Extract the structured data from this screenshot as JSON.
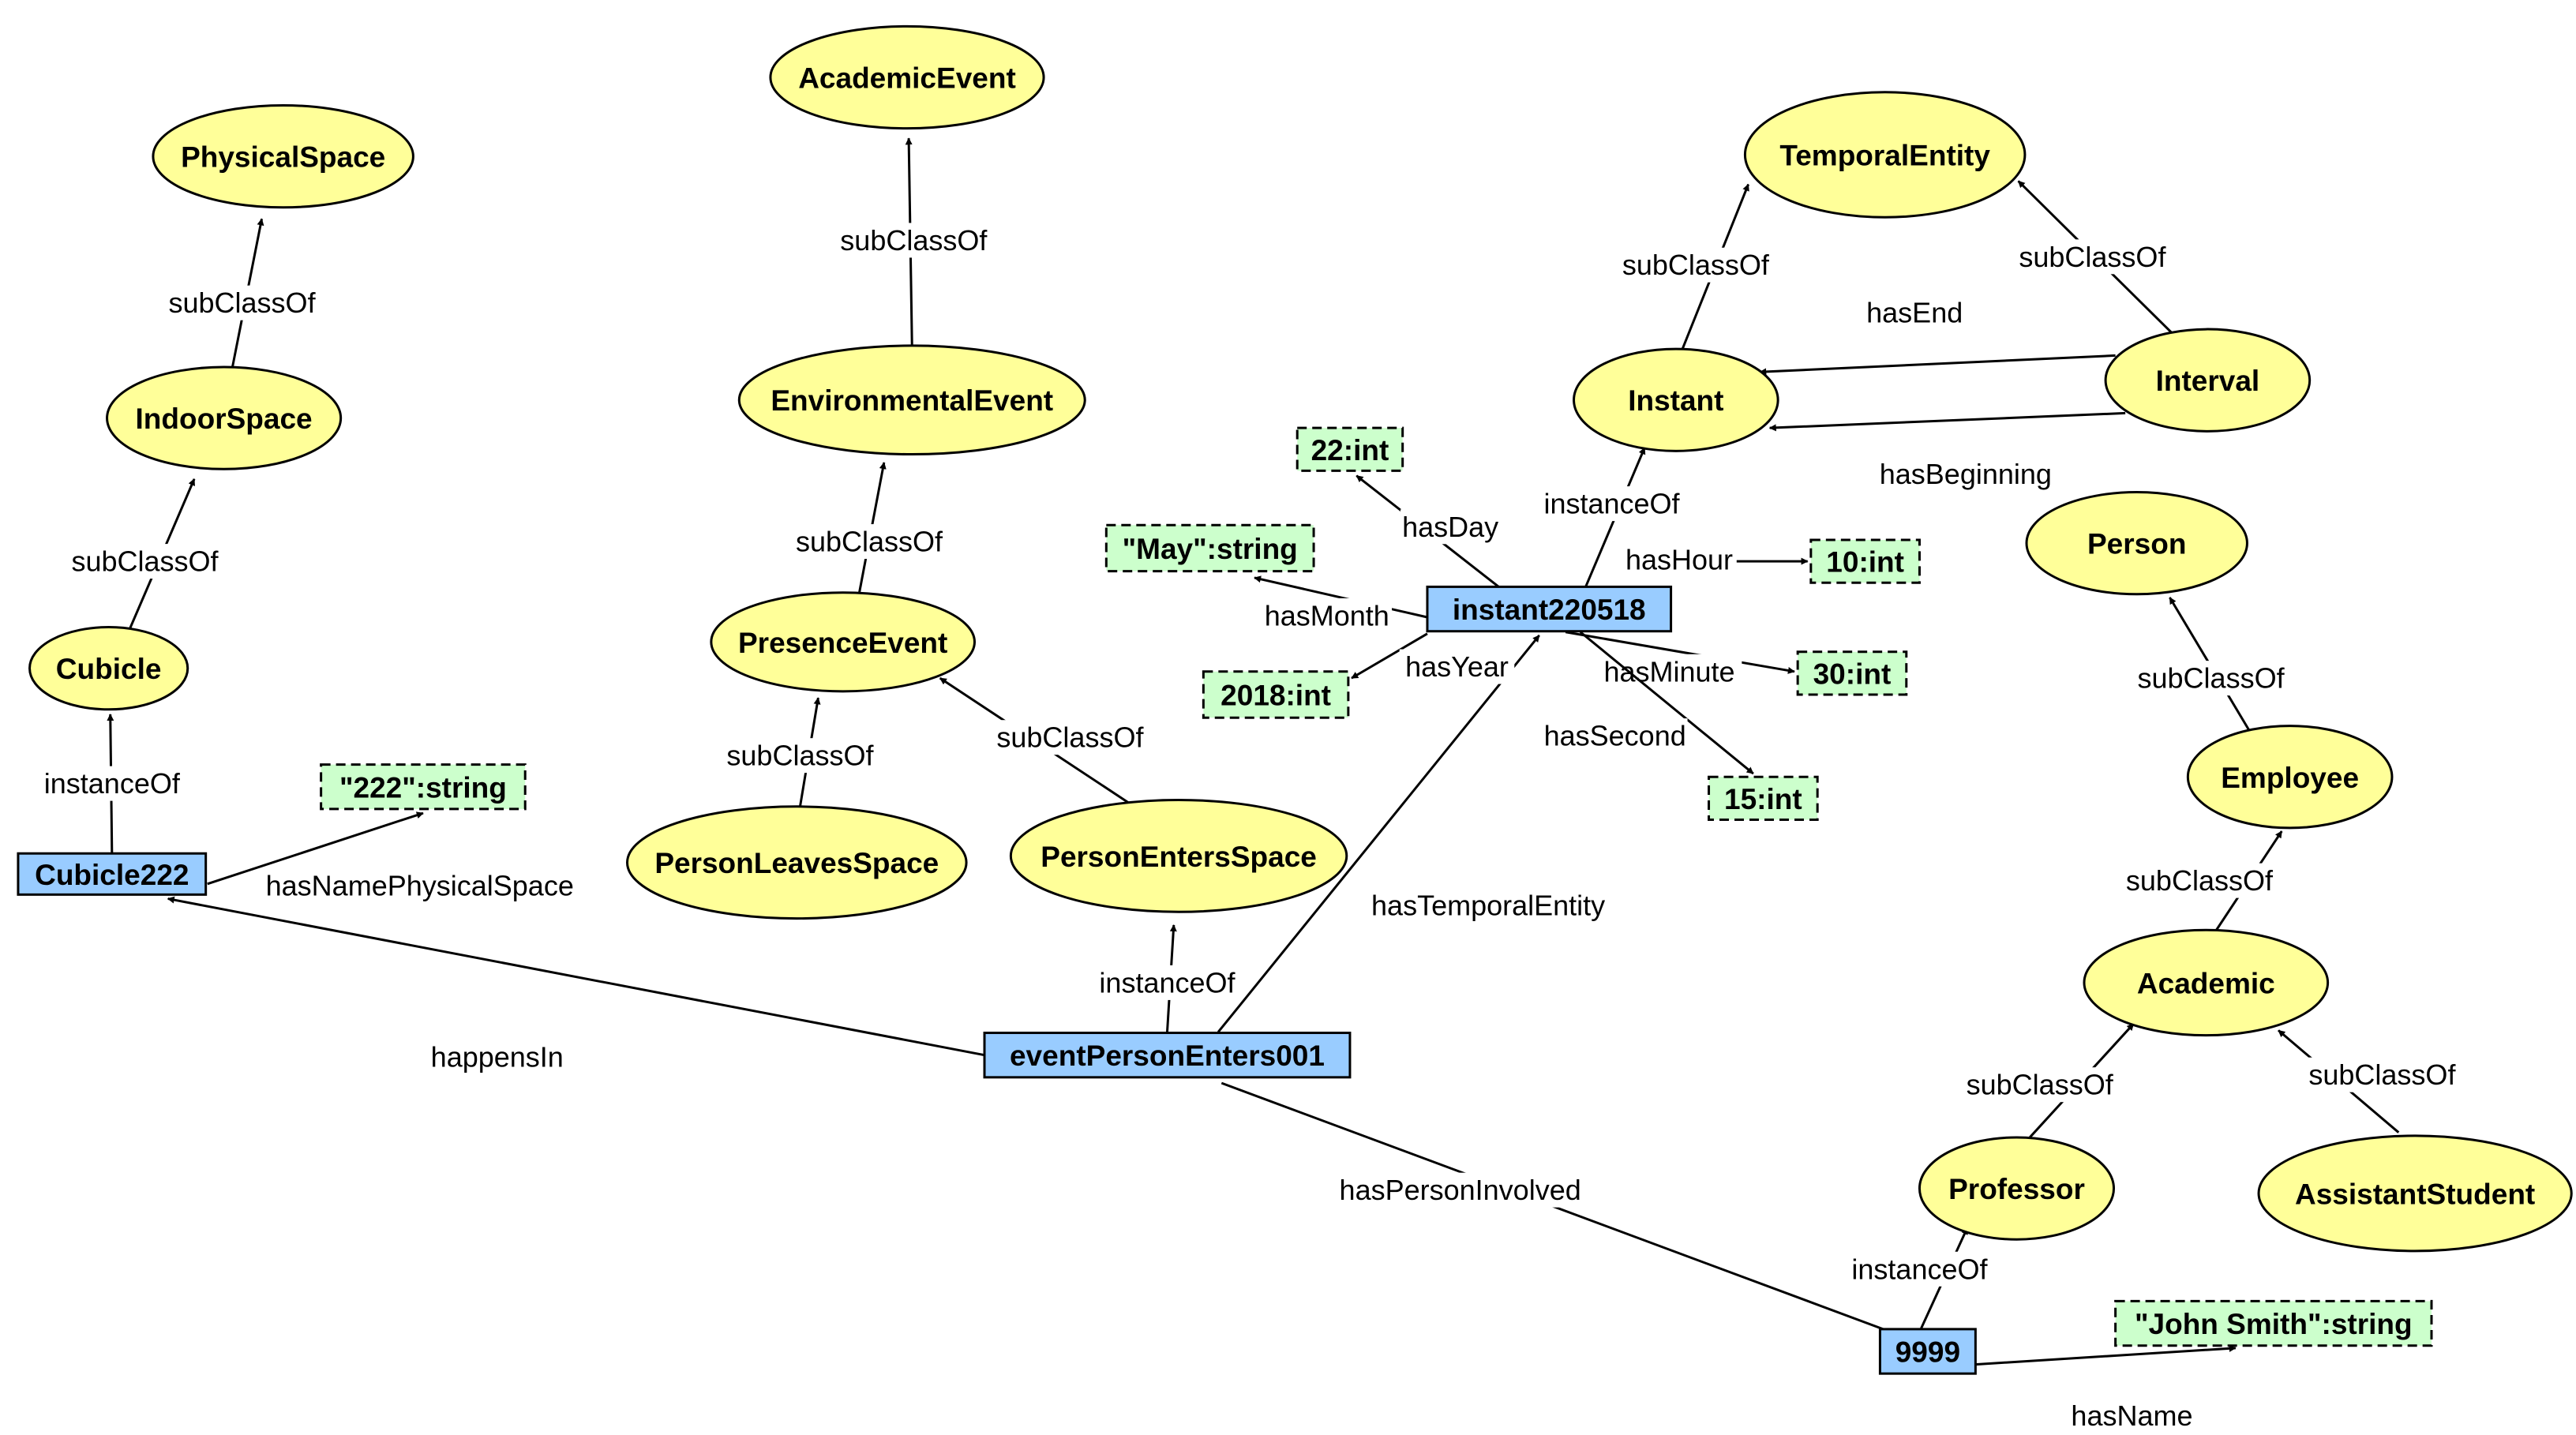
{
  "nodes": [
    {
      "id": "PhysicalSpace",
      "label": "PhysicalSpace",
      "kind": "class"
    },
    {
      "id": "IndoorSpace",
      "label": "IndoorSpace",
      "kind": "class"
    },
    {
      "id": "Cubicle",
      "label": "Cubicle",
      "kind": "class"
    },
    {
      "id": "Cubicle222",
      "label": "Cubicle222",
      "kind": "instance"
    },
    {
      "id": "lit222",
      "label": "\"222\":string",
      "kind": "literal"
    },
    {
      "id": "AcademicEvent",
      "label": "AcademicEvent",
      "kind": "class"
    },
    {
      "id": "EnvironmentalEvent",
      "label": "EnvironmentalEvent",
      "kind": "class"
    },
    {
      "id": "PresenceEvent",
      "label": "PresenceEvent",
      "kind": "class"
    },
    {
      "id": "PersonLeavesSpace",
      "label": "PersonLeavesSpace",
      "kind": "class"
    },
    {
      "id": "PersonEntersSpace",
      "label": "PersonEntersSpace",
      "kind": "class"
    },
    {
      "id": "eventPersonEnters001",
      "label": "eventPersonEnters001",
      "kind": "instance"
    },
    {
      "id": "TemporalEntity",
      "label": "TemporalEntity",
      "kind": "class"
    },
    {
      "id": "Instant",
      "label": "Instant",
      "kind": "class"
    },
    {
      "id": "Interval",
      "label": "Interval",
      "kind": "class"
    },
    {
      "id": "instant220518",
      "label": "instant220518",
      "kind": "instance"
    },
    {
      "id": "lit22",
      "label": "22:int",
      "kind": "literal"
    },
    {
      "id": "litMay",
      "label": "\"May\":string",
      "kind": "literal"
    },
    {
      "id": "lit2018",
      "label": "2018:int",
      "kind": "literal"
    },
    {
      "id": "lit10",
      "label": "10:int",
      "kind": "literal"
    },
    {
      "id": "lit30",
      "label": "30:int",
      "kind": "literal"
    },
    {
      "id": "lit15",
      "label": "15:int",
      "kind": "literal"
    },
    {
      "id": "Person",
      "label": "Person",
      "kind": "class"
    },
    {
      "id": "Employee",
      "label": "Employee",
      "kind": "class"
    },
    {
      "id": "Academic",
      "label": "Academic",
      "kind": "class"
    },
    {
      "id": "Professor",
      "label": "Professor",
      "kind": "class"
    },
    {
      "id": "AssistantStudent",
      "label": "AssistantStudent",
      "kind": "class"
    },
    {
      "id": "p9999",
      "label": "9999",
      "kind": "instance"
    },
    {
      "id": "litJohn",
      "label": "\"John Smith\":string",
      "kind": "literal"
    }
  ],
  "edges": [
    {
      "from": "IndoorSpace",
      "to": "PhysicalSpace",
      "label": "subClassOf"
    },
    {
      "from": "Cubicle",
      "to": "IndoorSpace",
      "label": "subClassOf"
    },
    {
      "from": "Cubicle222",
      "to": "Cubicle",
      "label": "instanceOf"
    },
    {
      "from": "Cubicle222",
      "to": "lit222",
      "label": "hasNamePhysicalSpace"
    },
    {
      "from": "EnvironmentalEvent",
      "to": "AcademicEvent",
      "label": "subClassOf"
    },
    {
      "from": "PresenceEvent",
      "to": "EnvironmentalEvent",
      "label": "subClassOf"
    },
    {
      "from": "PersonLeavesSpace",
      "to": "PresenceEvent",
      "label": "subClassOf"
    },
    {
      "from": "PersonEntersSpace",
      "to": "PresenceEvent",
      "label": "subClassOf"
    },
    {
      "from": "eventPersonEnters001",
      "to": "PersonEntersSpace",
      "label": "instanceOf"
    },
    {
      "from": "eventPersonEnters001",
      "to": "Cubicle222",
      "label": "happensIn"
    },
    {
      "from": "eventPersonEnters001",
      "to": "instant220518",
      "label": "hasTemporalEntity"
    },
    {
      "from": "eventPersonEnters001",
      "to": "p9999",
      "label": "hasPersonInvolved"
    },
    {
      "from": "Instant",
      "to": "TemporalEntity",
      "label": "subClassOf"
    },
    {
      "from": "Interval",
      "to": "TemporalEntity",
      "label": "subClassOf"
    },
    {
      "from": "Interval",
      "to": "Instant",
      "label": "hasEnd"
    },
    {
      "from": "Interval",
      "to": "Instant",
      "label": "hasBeginning"
    },
    {
      "from": "instant220518",
      "to": "Instant",
      "label": "instanceOf"
    },
    {
      "from": "instant220518",
      "to": "lit22",
      "label": "hasDay"
    },
    {
      "from": "instant220518",
      "to": "litMay",
      "label": "hasMonth"
    },
    {
      "from": "instant220518",
      "to": "lit2018",
      "label": "hasYear"
    },
    {
      "from": "instant220518",
      "to": "lit10",
      "label": "hasHour"
    },
    {
      "from": "instant220518",
      "to": "lit30",
      "label": "hasMinute"
    },
    {
      "from": "instant220518",
      "to": "lit15",
      "label": "hasSecond"
    },
    {
      "from": "Employee",
      "to": "Person",
      "label": "subClassOf"
    },
    {
      "from": "Academic",
      "to": "Employee",
      "label": "subClassOf"
    },
    {
      "from": "Professor",
      "to": "Academic",
      "label": "subClassOf"
    },
    {
      "from": "AssistantStudent",
      "to": "Academic",
      "label": "subClassOf"
    },
    {
      "from": "p9999",
      "to": "Professor",
      "label": "instanceOf"
    },
    {
      "from": "p9999",
      "to": "litJohn",
      "label": "hasName"
    }
  ],
  "colors": {
    "class_fill": "#ffff99",
    "instance_fill": "#99ccff",
    "literal_fill": "#ccffcc"
  }
}
